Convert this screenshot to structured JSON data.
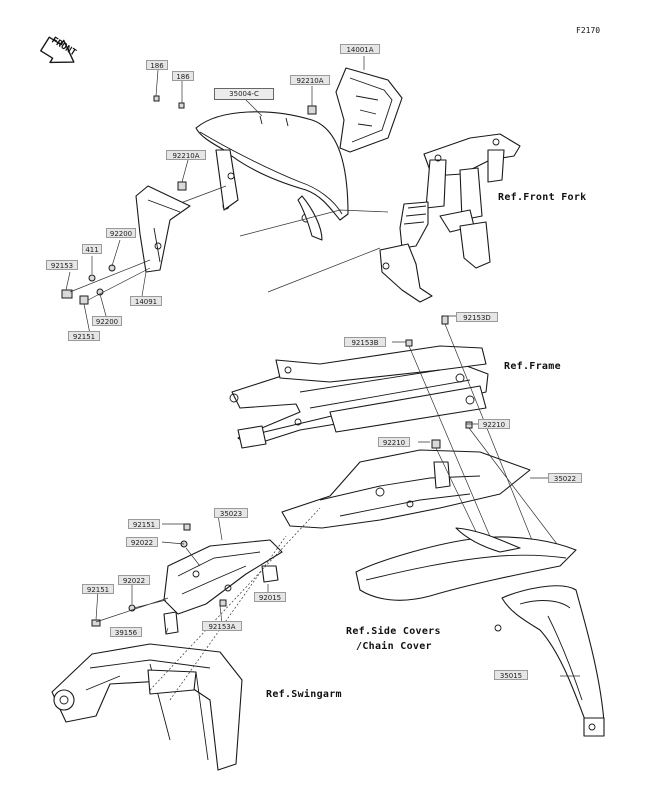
{
  "figure_id": "F2170",
  "front_arrow_label": "FRONT",
  "part_labels": [
    {
      "key": "p186a",
      "text": "186"
    },
    {
      "key": "p186b",
      "text": "186"
    },
    {
      "key": "p35004c",
      "text": "35004-C"
    },
    {
      "key": "p92210a_top",
      "text": "92210A"
    },
    {
      "key": "p14001a",
      "text": "14001A"
    },
    {
      "key": "p92210a_mid",
      "text": "92210A"
    },
    {
      "key": "p92200a",
      "text": "92200"
    },
    {
      "key": "p411",
      "text": "411"
    },
    {
      "key": "p92153",
      "text": "92153"
    },
    {
      "key": "p14091",
      "text": "14091"
    },
    {
      "key": "p92200b",
      "text": "92200"
    },
    {
      "key": "p92151a",
      "text": "92151"
    },
    {
      "key": "p92153d",
      "text": "92153D"
    },
    {
      "key": "p92153b",
      "text": "92153B"
    },
    {
      "key": "p92210b",
      "text": "92210"
    },
    {
      "key": "p92210c",
      "text": "92210"
    },
    {
      "key": "p35022",
      "text": "35022"
    },
    {
      "key": "p92151b",
      "text": "92151"
    },
    {
      "key": "p35023",
      "text": "35023"
    },
    {
      "key": "p92022a",
      "text": "92022"
    },
    {
      "key": "p92022b",
      "text": "92022"
    },
    {
      "key": "p92151c",
      "text": "92151"
    },
    {
      "key": "p92015",
      "text": "92015"
    },
    {
      "key": "p39156",
      "text": "39156"
    },
    {
      "key": "p92153a",
      "text": "92153A"
    },
    {
      "key": "p35015",
      "text": "35015"
    }
  ],
  "references": {
    "front_fork": "Ref.Front Fork",
    "frame": "Ref.Frame",
    "side_covers_1": "Ref.Side Covers",
    "side_covers_2": "/Chain Cover",
    "swingarm": "Ref.Swingarm"
  }
}
